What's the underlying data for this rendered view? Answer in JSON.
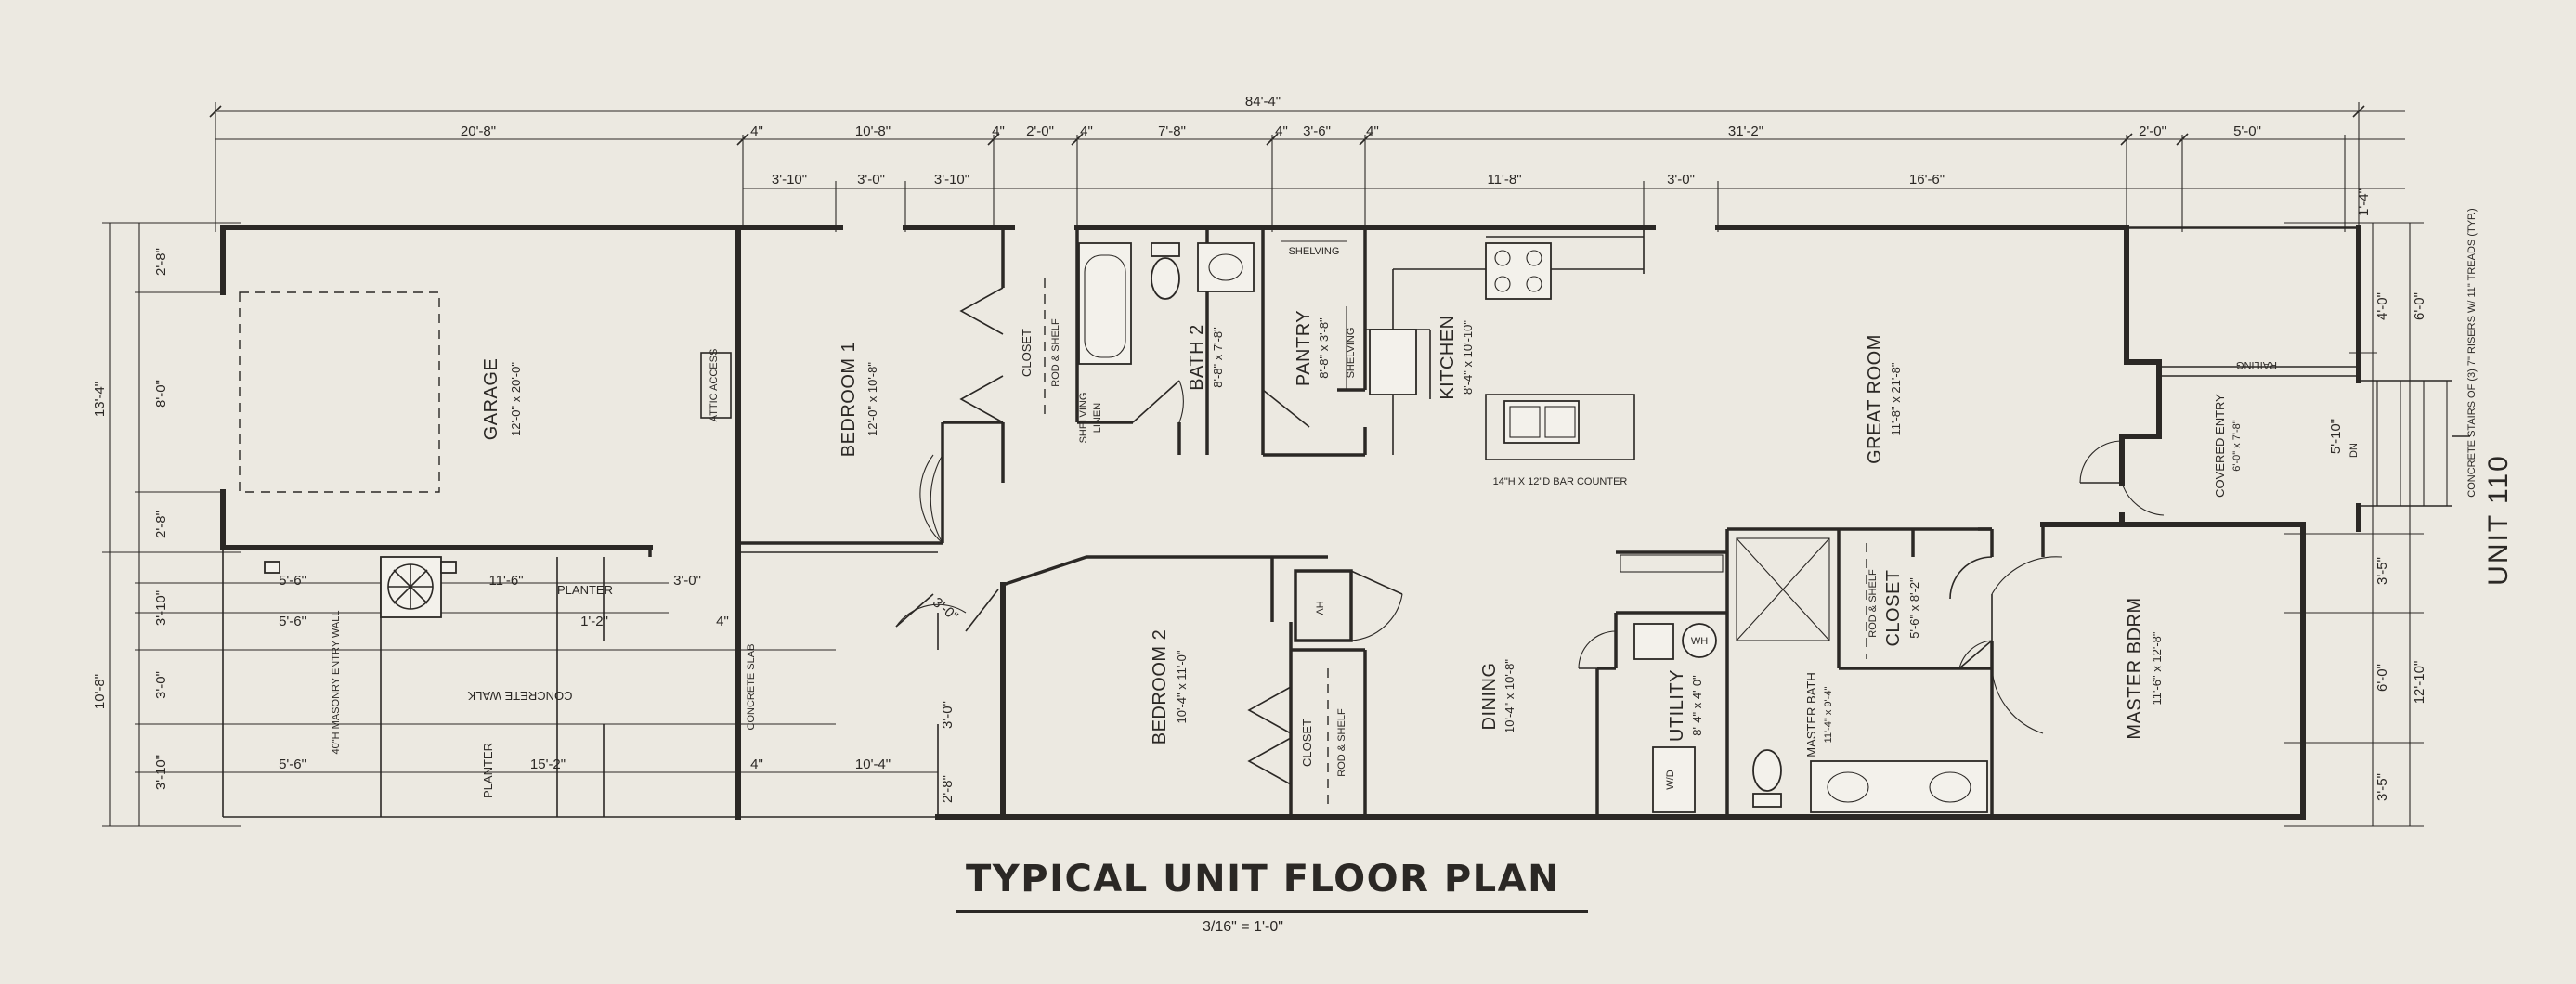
{
  "title": "TYPICAL UNIT FLOOR PLAN",
  "scale": "3/16\" = 1'-0\"",
  "unit_label": "UNIT 110",
  "rooms": {
    "garage": {
      "name": "GARAGE",
      "size": "12'-0\" x 20'-0\""
    },
    "bedroom1": {
      "name": "BEDROOM 1",
      "size": "12'-0\" x 10'-8\""
    },
    "bath2": {
      "name": "BATH 2",
      "size": "8'-8\" x 7'-8\""
    },
    "pantry": {
      "name": "PANTRY",
      "size": "8'-8\" x 3'-8\""
    },
    "kitchen": {
      "name": "KITCHEN",
      "size": "8'-4\" x 10'-10\""
    },
    "great_room": {
      "name": "GREAT ROOM",
      "size": "11'-8\" x 21'-8\""
    },
    "covered_entry": {
      "name": "COVERED ENTRY",
      "size": "6'-0\" x 7'-8\""
    },
    "bedroom2": {
      "name": "BEDROOM 2",
      "size": "10'-4\" x 11'-0\""
    },
    "dining": {
      "name": "DINING",
      "size": "10'-4\" x 10'-8\""
    },
    "utility": {
      "name": "UTILITY",
      "size": "8'-4\" x 4'-0\""
    },
    "master_bath": {
      "name": "MASTER BATH",
      "size": "11'-4\" x 9'-4\""
    },
    "closet_master": {
      "name": "CLOSET",
      "size": "5'-6\" x 8'-2\""
    },
    "master_bdrm": {
      "name": "MASTER BDRM",
      "size": "11'-6\" x 12'-8\""
    }
  },
  "labels": {
    "closet": "CLOSET",
    "rod_shelf": "ROD & SHELF",
    "linen": "LINEN",
    "shelving": "SHELVING",
    "attic_access": "ATTIC ACCESS",
    "ah": "AH",
    "wd": "W/D",
    "wh": "WH",
    "planter": "PLANTER",
    "concrete_walk": "CONCRETE WALK",
    "concrete_slab": "CONCRETE SLAB",
    "masonry_wall": "40\"H MASONRY ENTRY WALL",
    "bar_counter": "14\"H X 12\"D BAR COUNTER",
    "railing": "RAILING",
    "dn": "DN",
    "stairs_note": "CONCRETE STAIRS OF (3) 7\" RISERS W/ 11\" TREADS (TYP.)"
  },
  "dims_top": {
    "overall": "84'-4\"",
    "row2": [
      "20'-8\"",
      "4\"",
      "10'-8\"",
      "4\"",
      "2'-0\"",
      "4\"",
      "7'-8\"",
      "4\"",
      "3'-6\"",
      "4\"",
      "31'-2\"",
      "2'-0\"",
      "5'-0\""
    ],
    "row3": [
      "3'-10\"",
      "3'-0\"",
      "3'-10\"",
      "11'-8\"",
      "3'-0\"",
      "16'-6\"",
      "1'-4\""
    ]
  },
  "dims_left": {
    "overall_upper": "13'-4\"",
    "overall_lower": "10'-8\"",
    "upper": [
      "2'-8\"",
      "8'-0\"",
      "2'-8\""
    ],
    "lower": [
      "3'-10\"",
      "3'-0\"",
      "3'-10\""
    ]
  },
  "dims_right": {
    "upper": [
      "4'-0\"",
      "6'-0\""
    ],
    "overall": "12'-10\"",
    "lower": [
      "3'-5\"",
      "6'-0\"",
      "3'-5\""
    ],
    "stair": "5'-10\""
  },
  "dims_inner": {
    "walk1": "5'-6\"",
    "walk2": "11'-6\"",
    "walk3": "3'-0\"",
    "walk4": "5'-6\"",
    "walk5": "1'-2\"",
    "walk6": "4\"",
    "walk7": "5'-6\"",
    "walk8": "15'-2\"",
    "walk9": "4\"",
    "walk10": "10'-4\"",
    "door1": "3'-0\"",
    "door2": "3'-0\"",
    "door3": "2'-8\""
  }
}
